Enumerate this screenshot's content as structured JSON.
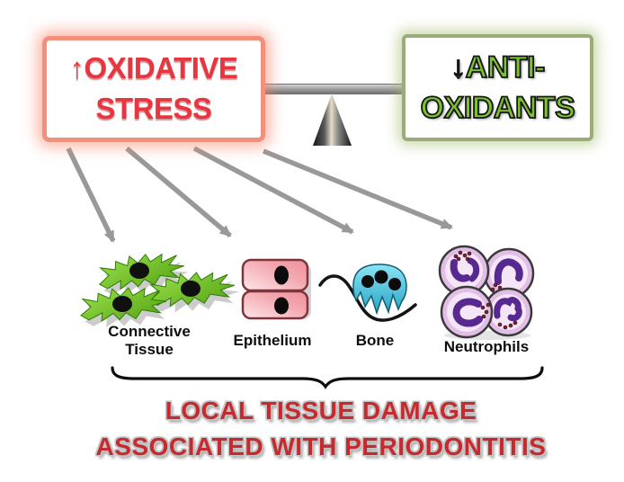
{
  "title": "Oxidative stress balance diagram",
  "boxes": {
    "oxidative": {
      "line1": "↑OXIDATIVE",
      "line2": "STRESS",
      "text_color": "#e8353f",
      "border_color": "#f2907c",
      "glow_color": "#f8b2a0"
    },
    "antioxidants": {
      "line1": "↓ANTI-",
      "line2": "OXIDANTS",
      "text_color": "#7cc130",
      "outline_color": "#141414",
      "border_color": "#9cab7a",
      "glow_color": "#c9d8a8"
    }
  },
  "balance": {
    "beam_color": "#9a9a9a",
    "fulcrum_shape": "cone",
    "fulcrum_icon": "balance-cone-icon"
  },
  "arrows": {
    "count": 4,
    "color": "#999999"
  },
  "targets": [
    {
      "label": "Connective Tissue",
      "icon": "fibroblast-cells-icon",
      "color": "#6ec72d"
    },
    {
      "label": "Epithelium",
      "icon": "epithelial-cells-icon",
      "color": "#f2a0a8"
    },
    {
      "label": "Bone",
      "icon": "osteoclast-on-bone-icon",
      "color": "#3fc0dd"
    },
    {
      "label": "Neutrophils",
      "icon": "neutrophil-cells-icon",
      "color": "#c9a2d8"
    }
  ],
  "caption": {
    "line1": "LOCAL TISSUE DAMAGE",
    "line2": "ASSOCIATED WITH PERIODONTITIS",
    "color": "#c62a2e"
  }
}
